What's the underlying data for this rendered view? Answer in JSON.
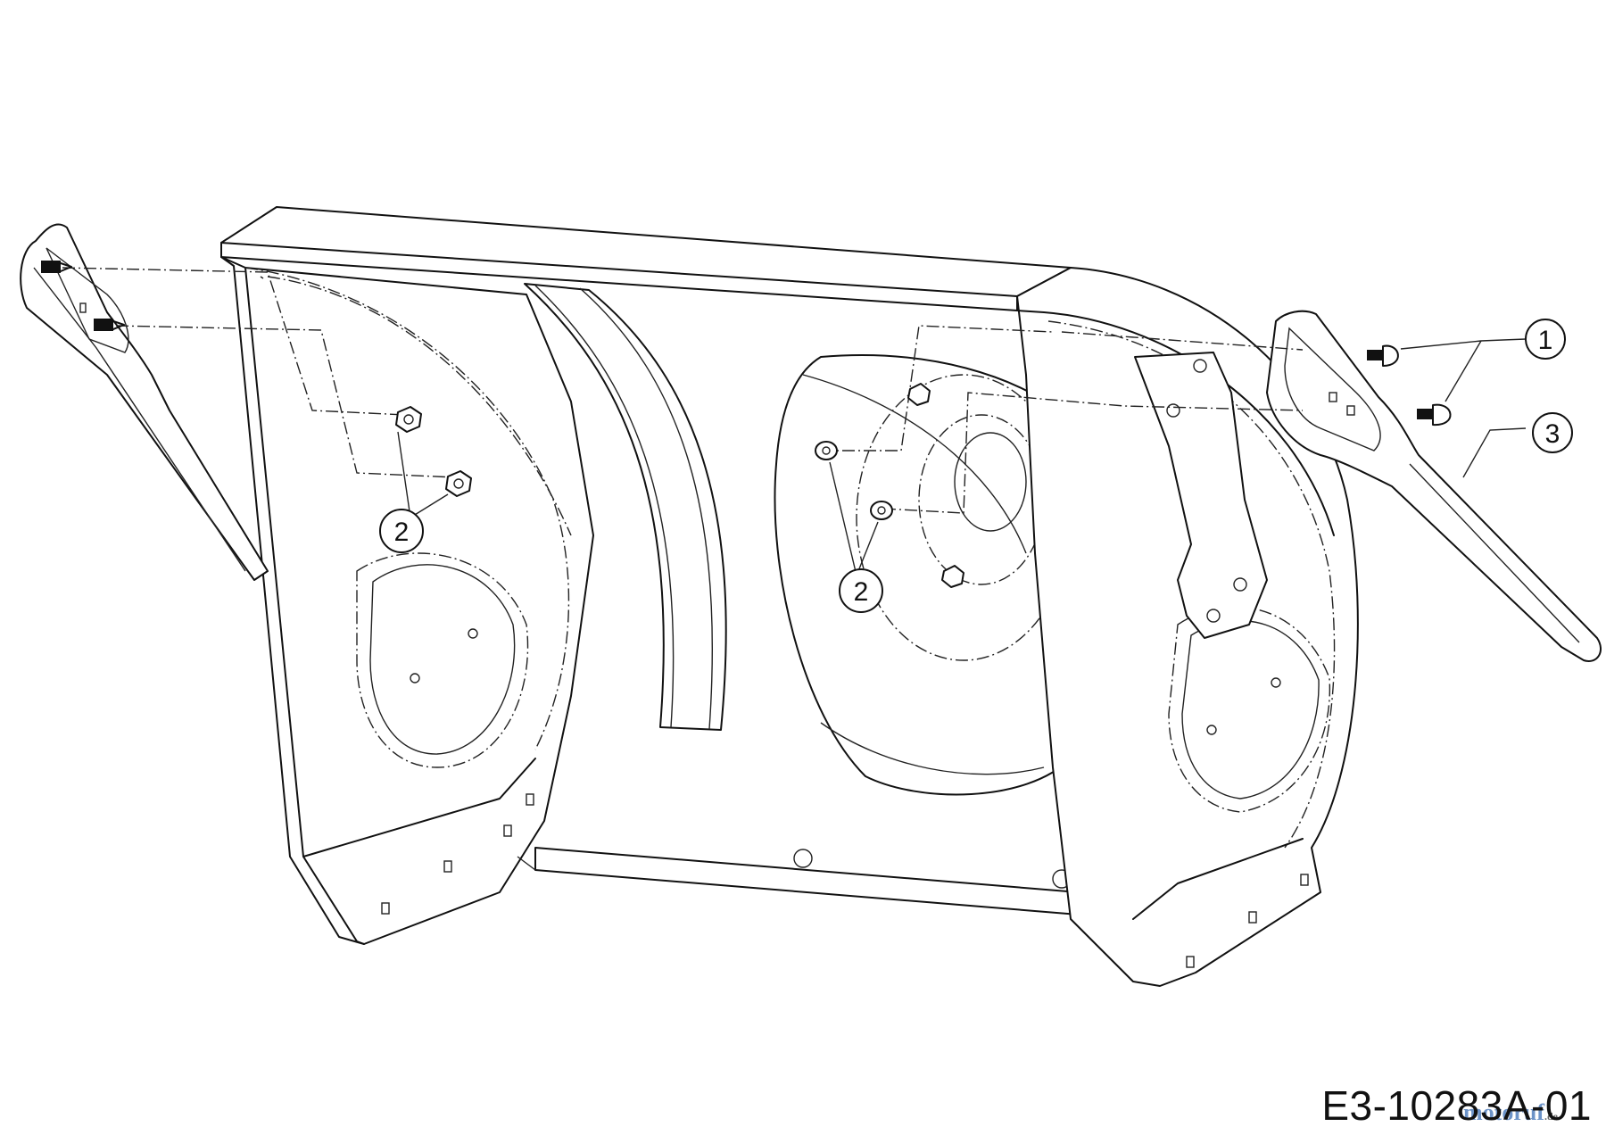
{
  "diagram": {
    "callouts": [
      {
        "id": "callout-1",
        "label": "1"
      },
      {
        "id": "callout-2-left",
        "label": "2"
      },
      {
        "id": "callout-2-right",
        "label": "2"
      },
      {
        "id": "callout-3",
        "label": "3"
      }
    ],
    "drawing_code": "E3-10283A-01",
    "watermark": "motoruf",
    "watermark_tld": ".de"
  }
}
